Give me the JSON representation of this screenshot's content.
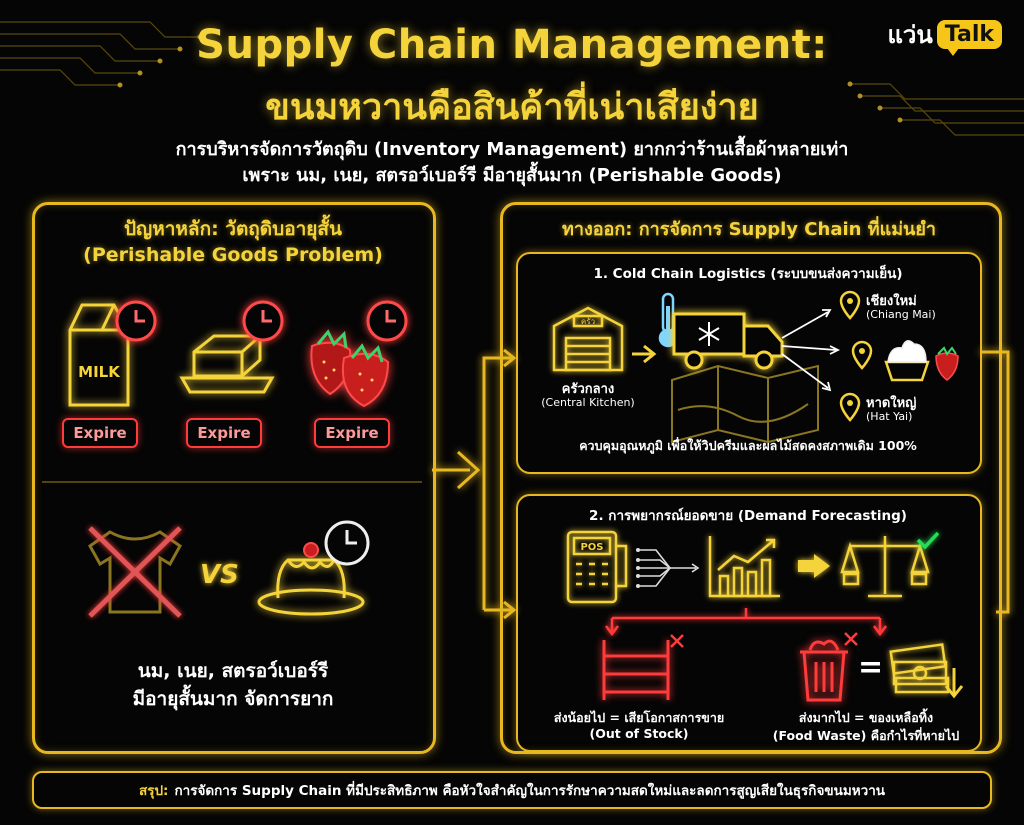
{
  "brand": {
    "text": "แว่น",
    "badge": "Talk"
  },
  "title": {
    "line1": "Supply Chain Management:",
    "line2": "ขนมหวานคือสินค้าที่เน่าเสียง่าย"
  },
  "subtitle": {
    "line1": "การบริหารจัดการวัตถุดิบ (Inventory Management) ยากกว่าร้านเสื้อผ้าหลายเท่า",
    "line2": "เพราะ นม, เนย, สตรอว์เบอร์รี มีอายุสั้นมาก (Perishable Goods)"
  },
  "left_panel": {
    "heading1": "ปัญหาหลัก: วัตถุดิบอายุสั้น",
    "heading2": "(Perishable Goods Problem)",
    "milk_text": "MILK",
    "expire_labels": [
      "Expire",
      "Expire",
      "Expire"
    ],
    "vs": "VS",
    "caption1": "นม, เนย, สตรอว์เบอร์รี",
    "caption2": "มีอายุสั้นมาก จัดการยาก"
  },
  "right_panel": {
    "heading": "ทางออก: การจัดการ Supply Chain ที่แม่นยำ",
    "cold_chain": {
      "title": "1. Cold Chain Logistics (ระบบขนส่งความเย็น)",
      "kitchen_sign": "ครัว",
      "kitchen_th": "ครัวกลาง",
      "kitchen_en": "(Central Kitchen)",
      "dest1_th": "เชียงใหม่",
      "dest1_en": "(Chiang Mai)",
      "dest2_th": "หาดใหญ่",
      "dest2_en": "(Hat Yai)",
      "note": "ควบคุมอุณหภูมิ เพื่อให้วิปครีมและผลไม้สดคงสภาพเดิม 100%"
    },
    "forecast": {
      "title": "2. การพยากรณ์ยอดขาย (Demand Forecasting)",
      "pos_label": "POS",
      "low_line1": "ส่งน้อยไป = เสียโอกาสการขาย",
      "low_line2": "(Out of Stock)",
      "high_line1": "ส่งมากไป = ของเหลือทิ้ง",
      "high_line2": "(Food Waste) คือกำไรที่หายไป"
    }
  },
  "summary": {
    "lead": "สรุป:",
    "text": "การจัดการ Supply Chain ที่มีประสิทธิภาพ คือหัวใจสำคัญในการรักษาความสดใหม่และลดการสูญเสียในธุรกิจขนมหวาน"
  },
  "colors": {
    "accent": "#f5d33a",
    "frame": "#e8b820",
    "alert": "#ff3b3b",
    "ok": "#22dd55",
    "ice": "#7fd6ff"
  }
}
